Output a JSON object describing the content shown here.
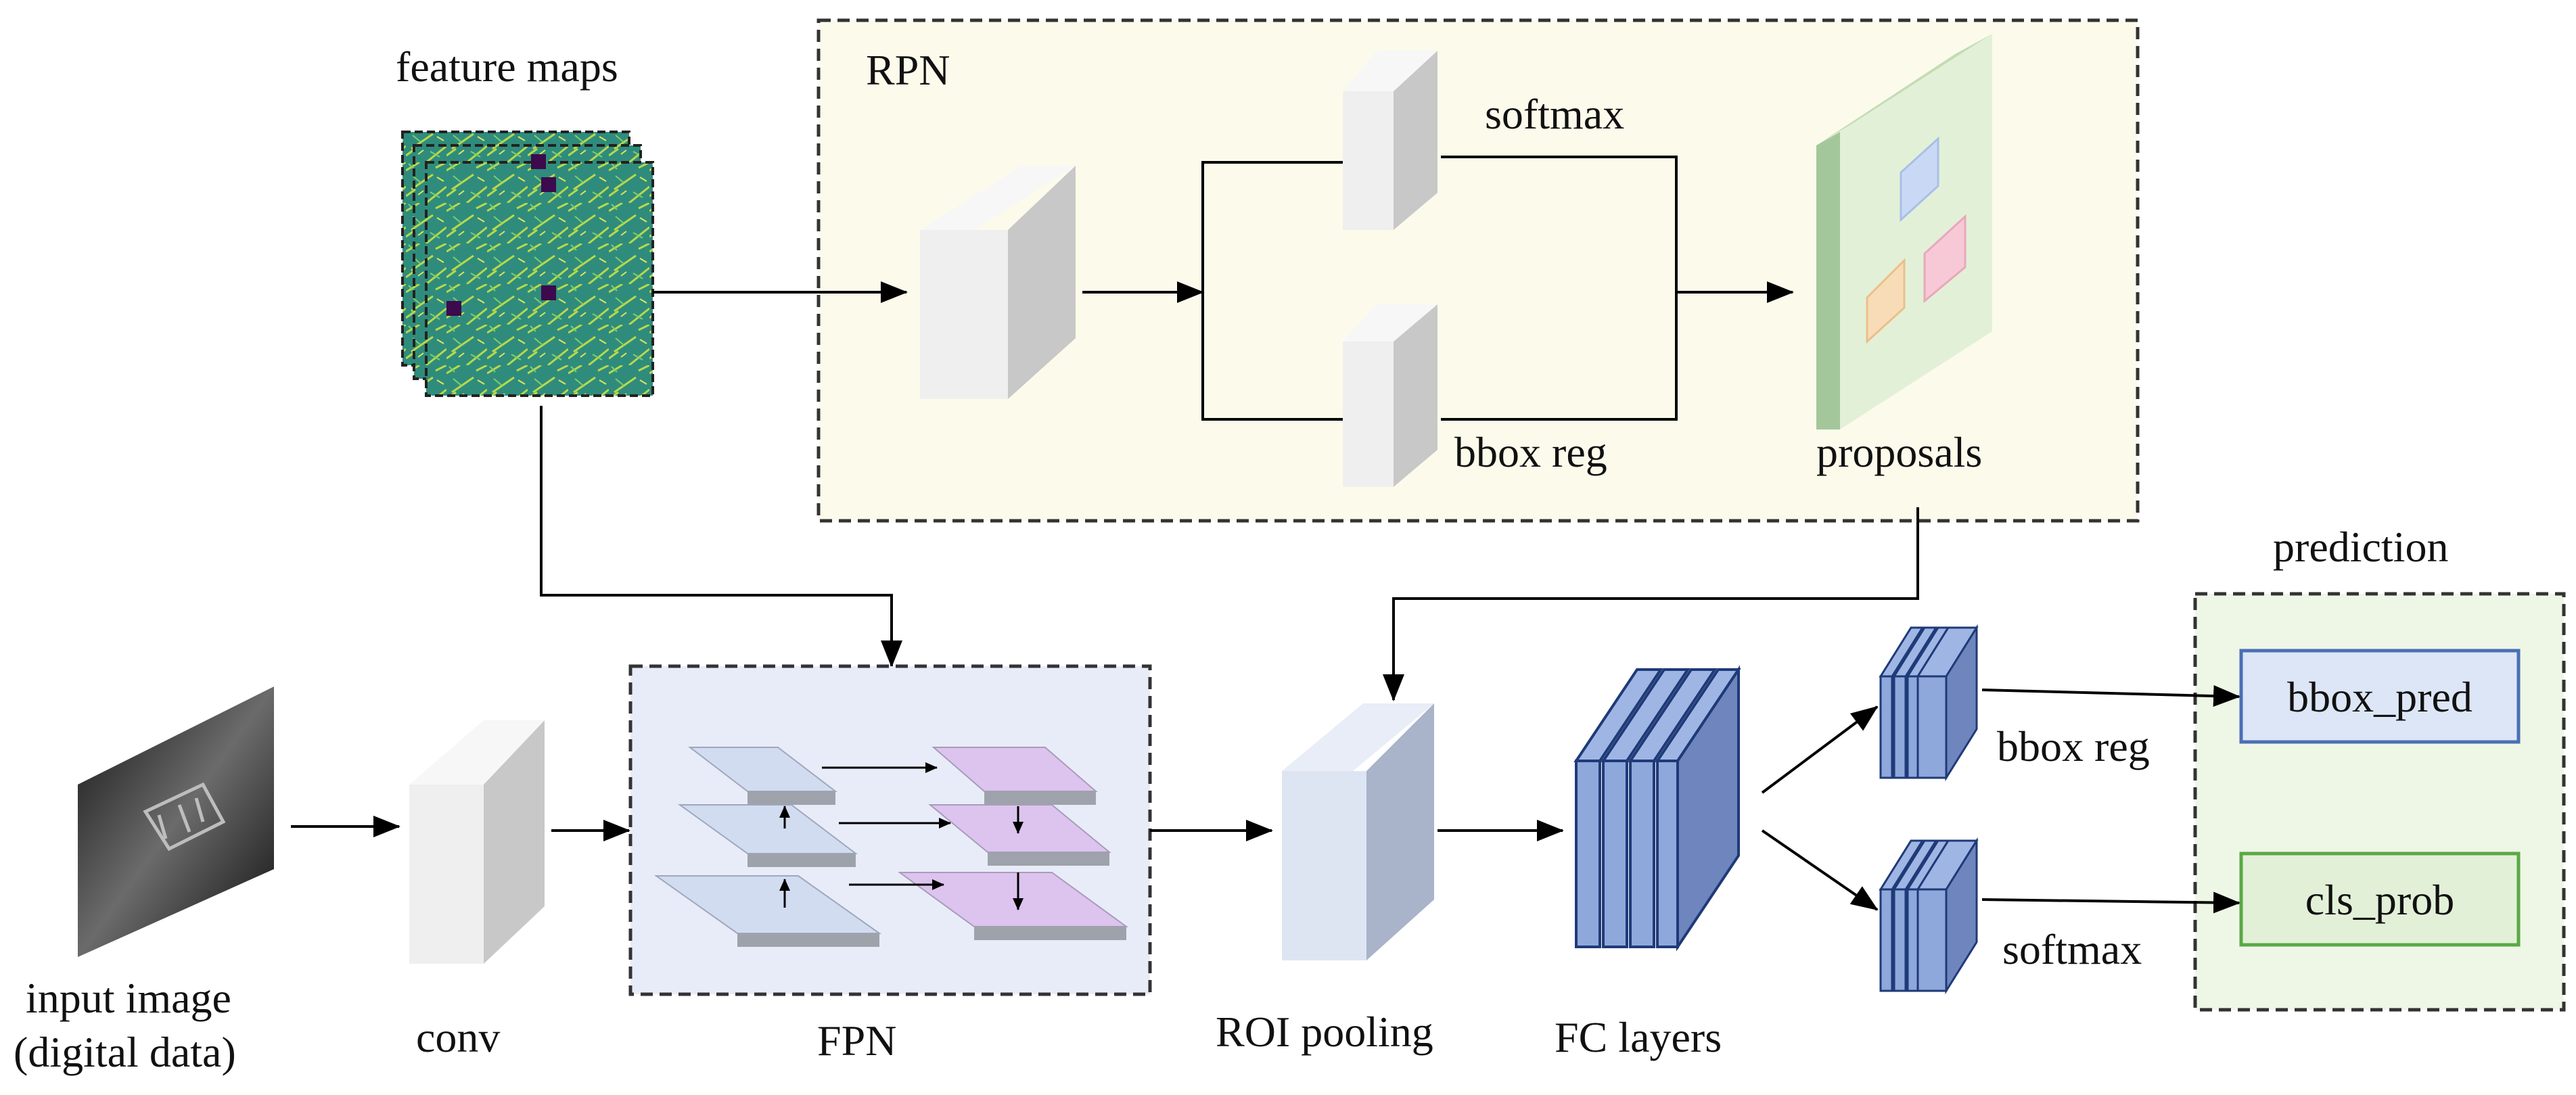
{
  "labels": {
    "feature_maps": "feature maps",
    "rpn": "RPN",
    "softmax_top": "softmax",
    "bbox_reg_top": "bbox reg",
    "proposals": "proposals",
    "prediction": "prediction",
    "input_image_line1": "input image",
    "input_image_line2": "(digital data)",
    "conv": "conv",
    "fpn": "FPN",
    "roi_pooling": "ROI pooling",
    "fc_layers": "FC layers",
    "bbox_reg_bottom": "bbox reg",
    "softmax_bottom": "softmax",
    "bbox_pred": "bbox_pred",
    "cls_prob": "cls_prob"
  },
  "colors": {
    "rpn_panel_bg": "#fcfbeb",
    "fpn_panel_bg": "#e8ecf8",
    "prediction_panel_bg": "#eef6e6",
    "bbox_pred_fill": "#dce6f6",
    "bbox_pred_stroke": "#4a6fb5",
    "cls_prob_fill": "#e2f0d8",
    "cls_prob_stroke": "#5aa845",
    "feature_map_fill": "#2e8a7a",
    "fc_block_front": "#8ea8dc",
    "fc_block_side": "#6e86bd",
    "fc_block_stroke": "#1f3a78",
    "gray_block_front": "#efefef",
    "gray_block_side": "#c8c8c8",
    "roi_block_front": "#dde5f3",
    "roi_block_side": "#a9b3c9",
    "proposals_panel": "#e3f0d8",
    "proposals_edge": "#a3c79a",
    "fpn_left_plate": "#d2dcf0",
    "fpn_right_plate": "#dcc4ef"
  }
}
